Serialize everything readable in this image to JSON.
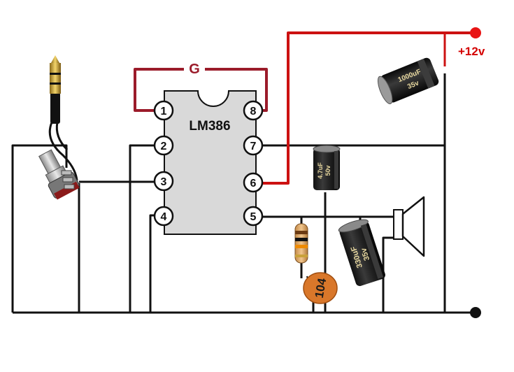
{
  "ic": {
    "name": "LM386",
    "pins": [
      "1",
      "2",
      "3",
      "4",
      "5",
      "6",
      "7",
      "8"
    ]
  },
  "gain_label": "G",
  "supply_label": "+12v",
  "components": {
    "cap_supply_value": "1000uF",
    "cap_supply_voltage": "35v",
    "cap_bypass_value": "4.7uF",
    "cap_bypass_voltage": "50v",
    "cap_output_value": "330uF",
    "cap_output_voltage": "35v",
    "ceramic_cap_value": "104"
  },
  "colors": {
    "wire": "#111111",
    "gain_wire": "#9b1b2a",
    "supply_wire": "#cc1111",
    "chip_body": "#d9d9d9",
    "ceramic_cap": "#d9772a"
  }
}
